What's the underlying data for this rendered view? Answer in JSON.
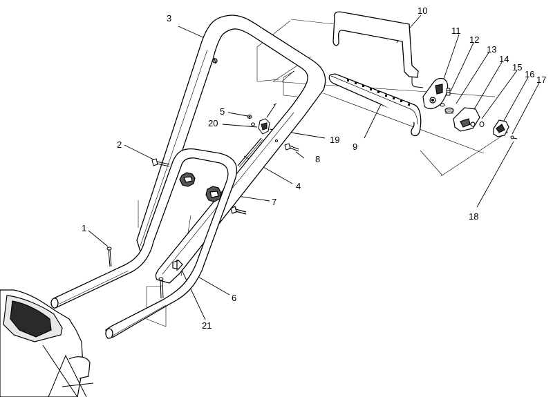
{
  "callouts": [
    {
      "id": "1",
      "label": "1"
    },
    {
      "id": "2",
      "label": "2"
    },
    {
      "id": "3",
      "label": "3"
    },
    {
      "id": "4",
      "label": "4"
    },
    {
      "id": "5",
      "label": "5"
    },
    {
      "id": "6",
      "label": "6"
    },
    {
      "id": "7",
      "label": "7"
    },
    {
      "id": "8",
      "label": "8"
    },
    {
      "id": "9",
      "label": "9"
    },
    {
      "id": "10",
      "label": "10"
    },
    {
      "id": "11",
      "label": "11"
    },
    {
      "id": "12",
      "label": "12"
    },
    {
      "id": "13",
      "label": "13"
    },
    {
      "id": "14",
      "label": "14"
    },
    {
      "id": "15",
      "label": "15"
    },
    {
      "id": "16",
      "label": "16"
    },
    {
      "id": "17",
      "label": "17"
    },
    {
      "id": "18",
      "label": "18"
    },
    {
      "id": "19",
      "label": "19"
    },
    {
      "id": "20",
      "label": "20"
    },
    {
      "id": "21",
      "label": "21"
    }
  ],
  "colors": {
    "line": "#000000",
    "fill": "#ffffff",
    "shade": "#e8e8e8",
    "dark": "#2a2a2a"
  }
}
